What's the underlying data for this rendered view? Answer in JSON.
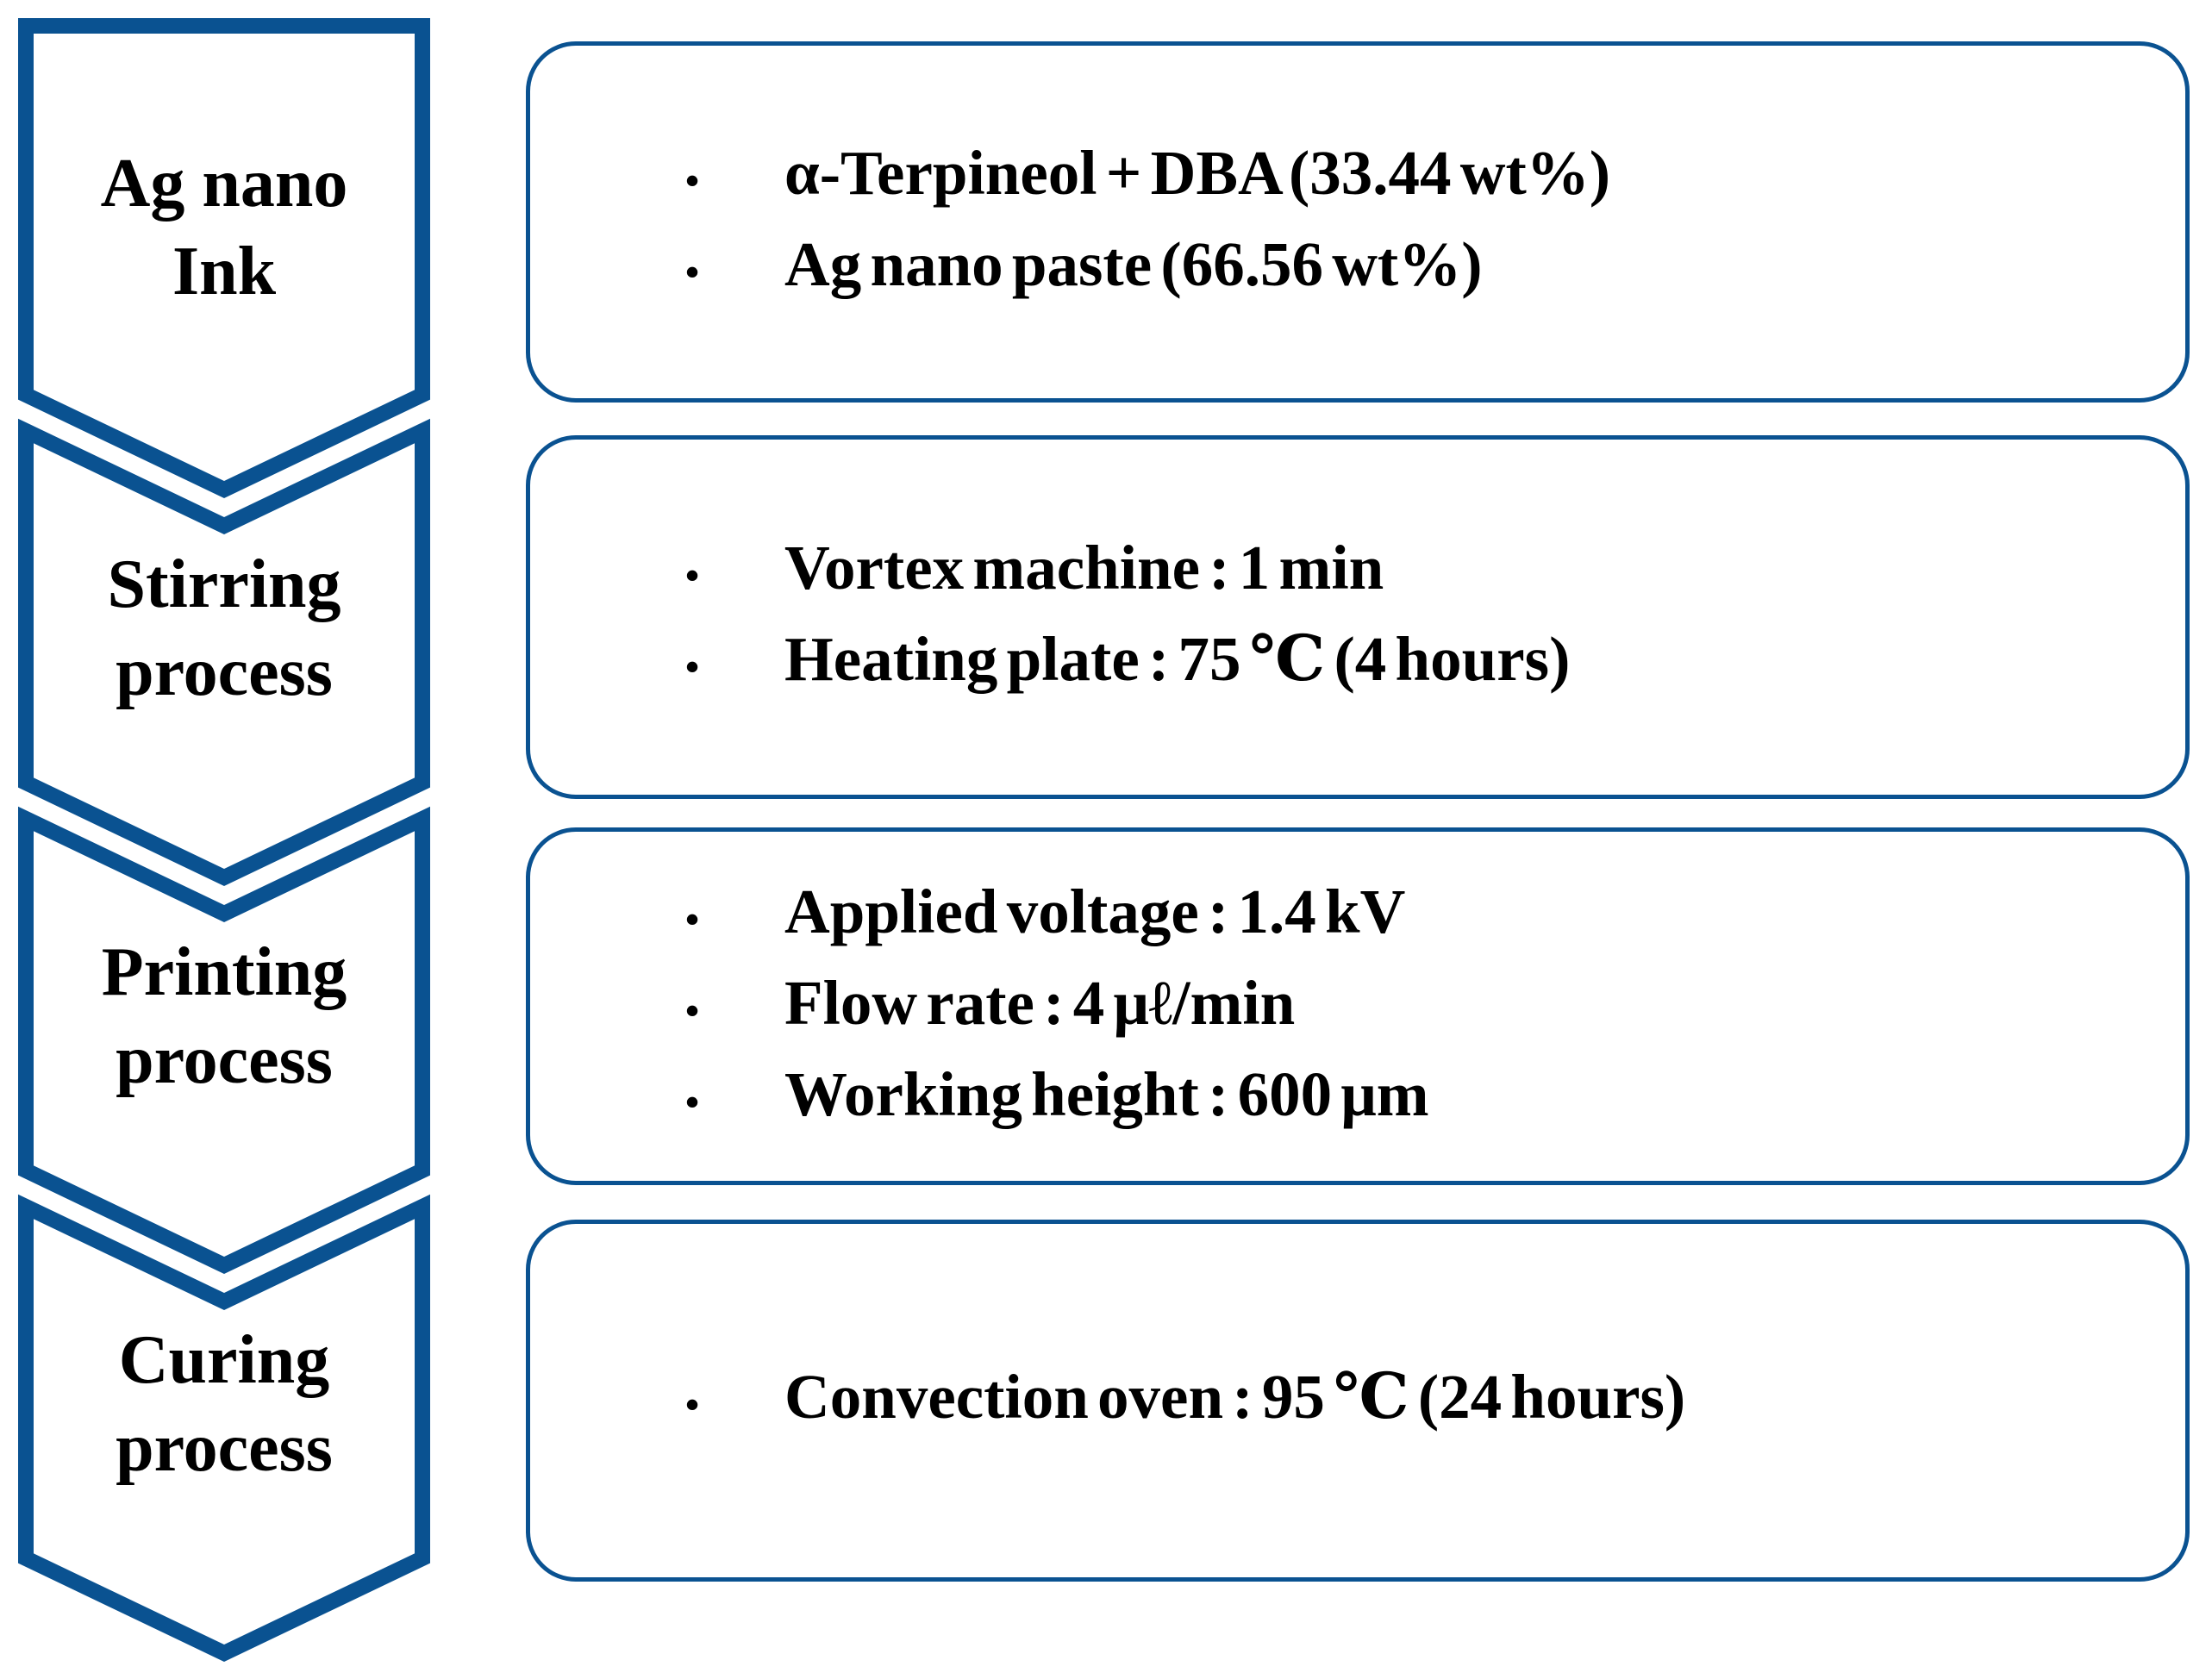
{
  "figure": {
    "type": "process-flowchart",
    "steps": [
      {
        "label_lines": [
          "Ag nano",
          "Ink"
        ],
        "bullets": [
          "α-Terpineol + DBA (33.44 wt%)",
          "Ag nano paste (66.56 wt%)"
        ]
      },
      {
        "label_lines": [
          "Stirring",
          "process"
        ],
        "bullets": [
          "Vortex machine : 1 min",
          "Heating plate : 75 ℃ (4 hours)"
        ]
      },
      {
        "label_lines": [
          "Printing",
          "process"
        ],
        "bullets": [
          "Applied voltage : 1.4 kV",
          "Flow rate : 4 μℓ/min",
          "Working height : 600 μm"
        ]
      },
      {
        "label_lines": [
          "Curing",
          "process"
        ],
        "bullets": [
          "Convection oven : 95 ℃ (24 hours)"
        ]
      }
    ]
  },
  "ui": {
    "bullet_glyph": "•"
  },
  "colors": {
    "outline": "#0a5291",
    "text": "#000000",
    "background": "#ffffff"
  }
}
